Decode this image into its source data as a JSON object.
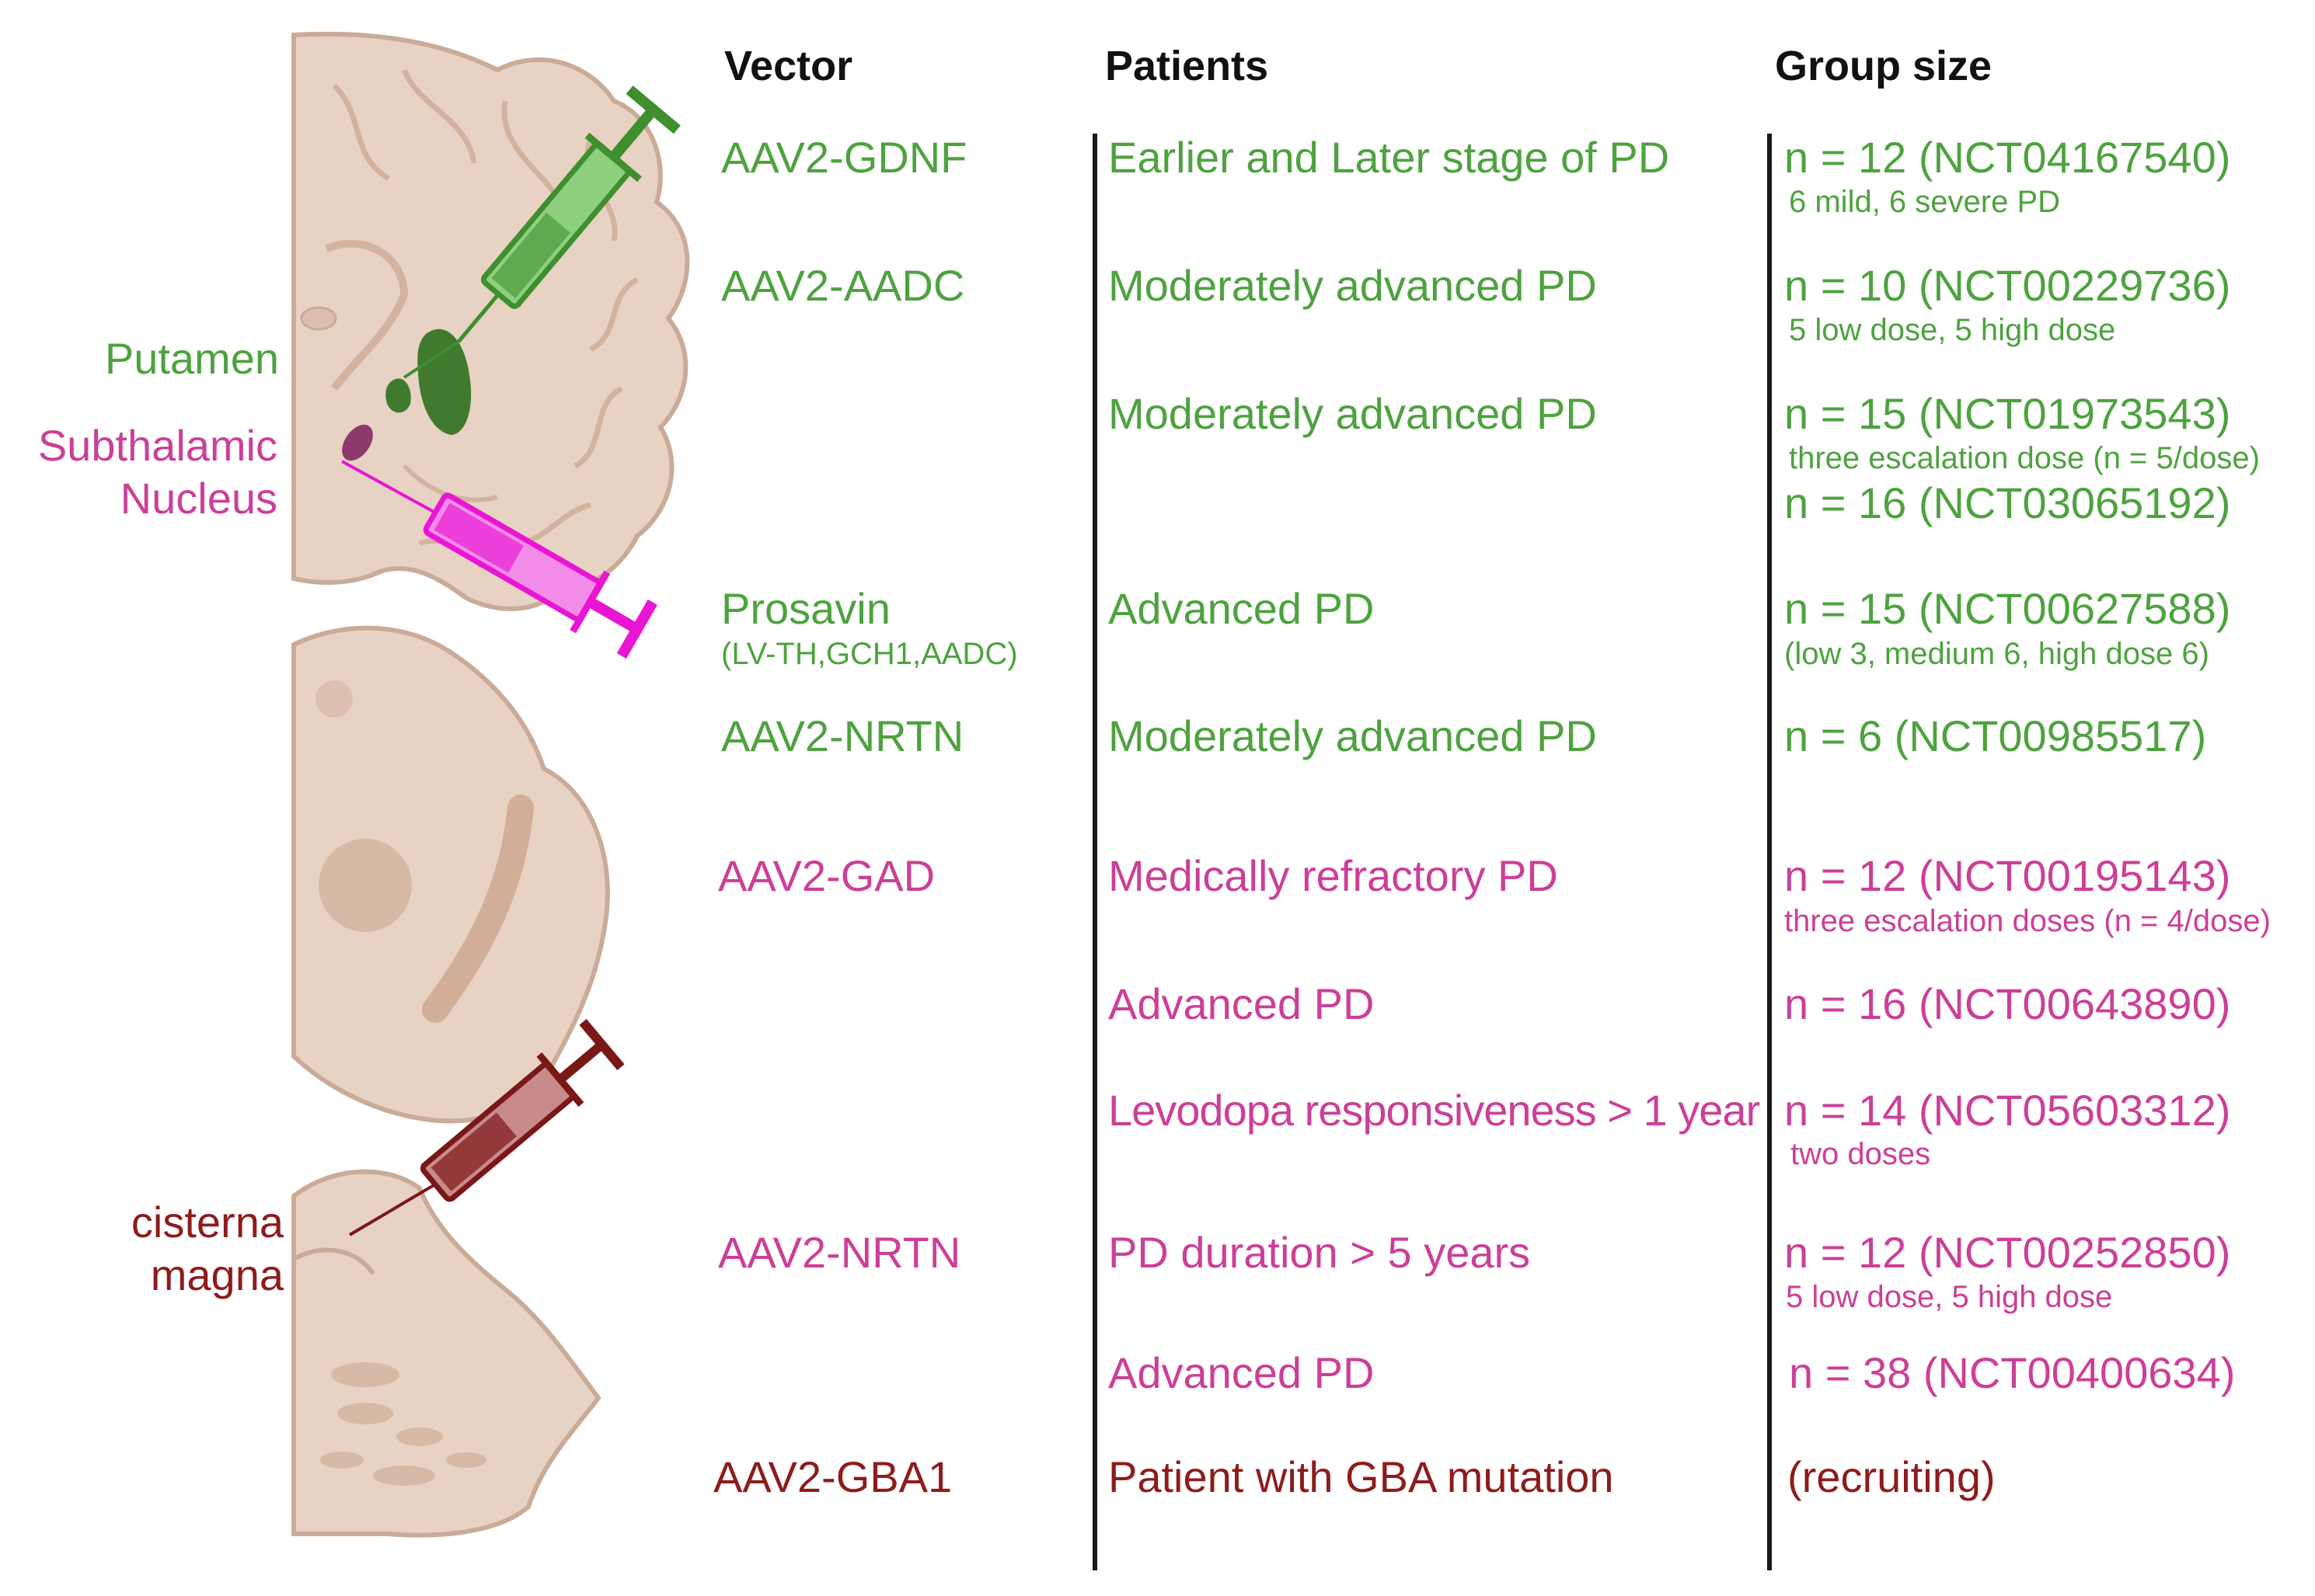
{
  "colors": {
    "green": "#4ea23f",
    "magenta": "#cc3f97",
    "darkred": "#8e1c1c",
    "brain": "#e8d2c3",
    "brain_outline": "#c9ab98",
    "brain_fold": "#d7baa6",
    "putamen": "#3f7a2e",
    "stn": "#8c3a6e",
    "syringe_green": "#3f8f2f",
    "syringe_magenta": "#e815d4",
    "syringe_darkred": "#7a1717"
  },
  "headers": {
    "vector": "Vector",
    "patients": "Patients",
    "group_size": "Group size"
  },
  "anatomy_labels": {
    "putamen": "Putamen",
    "stn_line1": "Subthalamic",
    "stn_line2": "Nucleus",
    "cisterna_line1": "cisterna",
    "cisterna_line2": "magna"
  },
  "rows": [
    {
      "vector": "AAV2-GDNF",
      "vector_sub": "",
      "patients": "Earlier and Later stage of PD",
      "group": "n = 12 (NCT04167540)",
      "group_sub": "6 mild, 6 severe PD"
    },
    {
      "vector": "AAV2-AADC",
      "vector_sub": "",
      "patients": "Moderately advanced PD",
      "group": "n = 10 (NCT00229736)",
      "group_sub": "5 low dose, 5 high dose"
    },
    {
      "vector": "",
      "vector_sub": "",
      "patients": "Moderately advanced PD",
      "group": "n = 15 (NCT01973543)",
      "group_sub": "three escalation dose (n = 5/dose)"
    },
    {
      "vector": "",
      "vector_sub": "",
      "patients": "",
      "group": "n = 16 (NCT03065192)",
      "group_sub": ""
    },
    {
      "vector": "Prosavin",
      "vector_sub": "(LV-TH,GCH1,AADC)",
      "patients": "Advanced PD",
      "group": "n = 15 (NCT00627588)",
      "group_sub": "(low 3, medium 6, high dose 6)"
    },
    {
      "vector": "AAV2-NRTN",
      "vector_sub": "",
      "patients": "Moderately advanced PD",
      "group": "n = 6 (NCT00985517)",
      "group_sub": ""
    },
    {
      "vector": "AAV2-GAD",
      "vector_sub": "",
      "patients": "Medically refractory PD",
      "group": "n = 12 (NCT00195143)",
      "group_sub": "three escalation doses (n = 4/dose)"
    },
    {
      "vector": "",
      "vector_sub": "",
      "patients": "Advanced PD",
      "group": "n = 16 (NCT00643890)",
      "group_sub": ""
    },
    {
      "vector": "",
      "vector_sub": "",
      "patients": "Levodopa responsiveness > 1 year",
      "group": "n = 14 (NCT05603312)",
      "group_sub": "two doses"
    },
    {
      "vector": "AAV2-NRTN",
      "vector_sub": "",
      "patients": "PD duration > 5 years",
      "group": "n = 12 (NCT00252850)",
      "group_sub": "5 low dose, 5 high dose"
    },
    {
      "vector": "",
      "vector_sub": "",
      "patients": "Advanced PD",
      "group": "n = 38 (NCT00400634)",
      "group_sub": ""
    },
    {
      "vector": "AAV2-GBA1",
      "vector_sub": "",
      "patients": "Patient with GBA mutation",
      "group": "(recruiting)",
      "group_sub": ""
    }
  ]
}
